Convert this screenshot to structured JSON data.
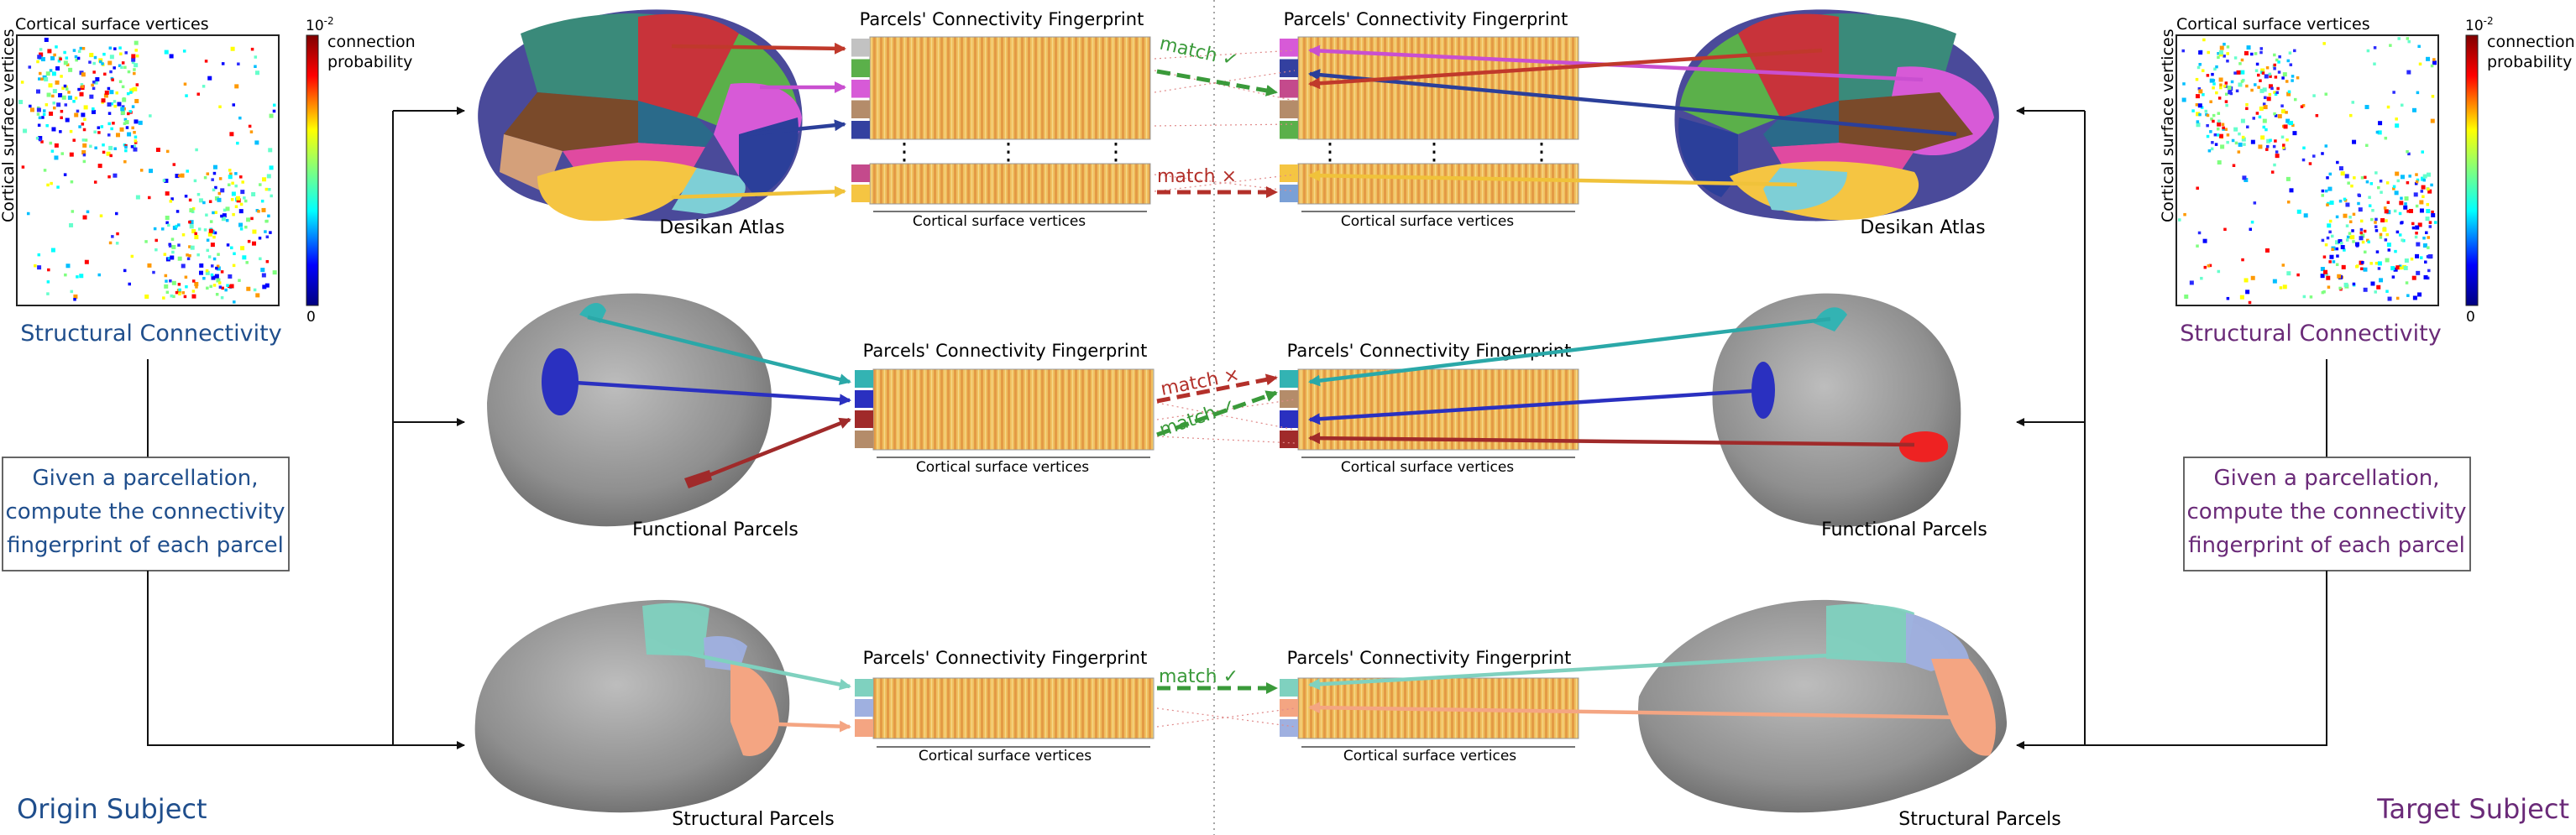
{
  "left": {
    "matrix_top_label": "Cortical surface vertices",
    "matrix_side_label": "Cortical surface vertices",
    "colorbar_exp": "10",
    "colorbar_exp_power": "-2",
    "colorbar_label_1": "connection",
    "colorbar_label_2": "probability",
    "colorbar_zero": "0",
    "title": "Structural Connectivity",
    "box_lines": [
      "Given a parcellation,",
      "compute the connectivity",
      "fingerprint of each parcel"
    ],
    "subject": "Origin Subject"
  },
  "right": {
    "matrix_top_label": "Cortical surface vertices",
    "matrix_side_label": "Cortical surface vertices",
    "colorbar_exp": "10",
    "colorbar_exp_power": "-2",
    "colorbar_label_1": "connection",
    "colorbar_label_2": "probability",
    "colorbar_zero": "0",
    "title": "Structural Connectivity",
    "box_lines": [
      "Given a parcellation,",
      "compute the connectivity",
      "fingerprint of each parcel"
    ],
    "subject": "Target Subject"
  },
  "rows": [
    {
      "name": "desikan",
      "left_brain_label": "Desikan Atlas",
      "right_brain_label": "Desikan Atlas",
      "fp_title_left": "Parcels' Connectivity Fingerprint",
      "fp_title_right": "Parcels' Connectivity Fingerprint",
      "xlabel_left": "Cortical surface vertices",
      "xlabel_right": "Cortical surface vertices",
      "ellipsis": "⋮",
      "matches": [
        {
          "label": "match ✓",
          "color": "#3a9a3a"
        },
        {
          "label": "match ×",
          "color": "#b3302a"
        }
      ],
      "left_swatches": [
        "#c2c2c2",
        "#5bb04a",
        "#d75ad7",
        "#b48c6a",
        "#3340a0"
      ],
      "left_swatch_extra": [
        "#c44a8c",
        "#f5c542"
      ],
      "right_swatches": [
        "#d75ad7",
        "#3340a0",
        "#c44a8c",
        "#b48c6a",
        "#5bb04a"
      ],
      "right_swatch_extra": [
        "#f5c542",
        "#7aa0d6"
      ]
    },
    {
      "name": "functional",
      "left_brain_label": "Functional Parcels",
      "right_brain_label": "Functional Parcels",
      "fp_title_left": "Parcels' Connectivity Fingerprint",
      "fp_title_right": "Parcels' Connectivity Fingerprint",
      "xlabel_left": "Cortical surface vertices",
      "xlabel_right": "Cortical surface vertices",
      "matches": [
        {
          "label": "match ×",
          "color": "#b3302a"
        },
        {
          "label": "match ✓",
          "color": "#3a9a3a"
        }
      ],
      "left_swatches": [
        "#33b3b3",
        "#2a30c0",
        "#a02a2a",
        "#b48c6a"
      ],
      "right_swatches": [
        "#33b3b3",
        "#b48c6a",
        "#2a30c0",
        "#a02a2a"
      ]
    },
    {
      "name": "structural",
      "left_brain_label": "Structural Parcels",
      "right_brain_label": "Structural Parcels",
      "fp_title_left": "Parcels' Connectivity Fingerprint",
      "fp_title_right": "Parcels' Connectivity Fingerprint",
      "xlabel_left": "Cortical surface vertices",
      "xlabel_right": "Cortical surface vertices",
      "matches": [
        {
          "label": "match ✓",
          "color": "#3a9a3a"
        }
      ],
      "left_swatches": [
        "#7fd1bf",
        "#9fb0e0",
        "#f4a582"
      ],
      "right_swatches": [
        "#7fd1bf",
        "#f4a582",
        "#9fb0e0"
      ]
    }
  ],
  "colors": {
    "blue_title": "#1f4e8c",
    "purple_title": "#6a2a78",
    "brain_gray": "#9a9a9a",
    "fingerprint_base": "#e8b24a"
  }
}
